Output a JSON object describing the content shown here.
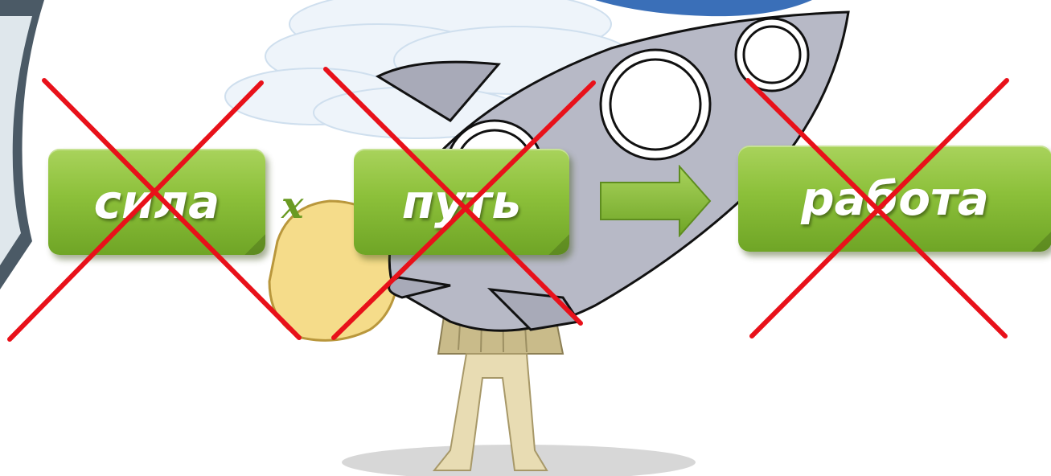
{
  "formula": {
    "term1": "сила",
    "operator": "x",
    "term2": "путь",
    "result": "работа"
  },
  "colors": {
    "box_green": "#8cc03a",
    "cross_red": "#e8111a",
    "operator_green": "#6a9a22"
  },
  "icons": [
    "rocket-illustration",
    "cloud-illustration",
    "carrying-figure-illustration",
    "cross-out-mark",
    "right-arrow-icon"
  ]
}
